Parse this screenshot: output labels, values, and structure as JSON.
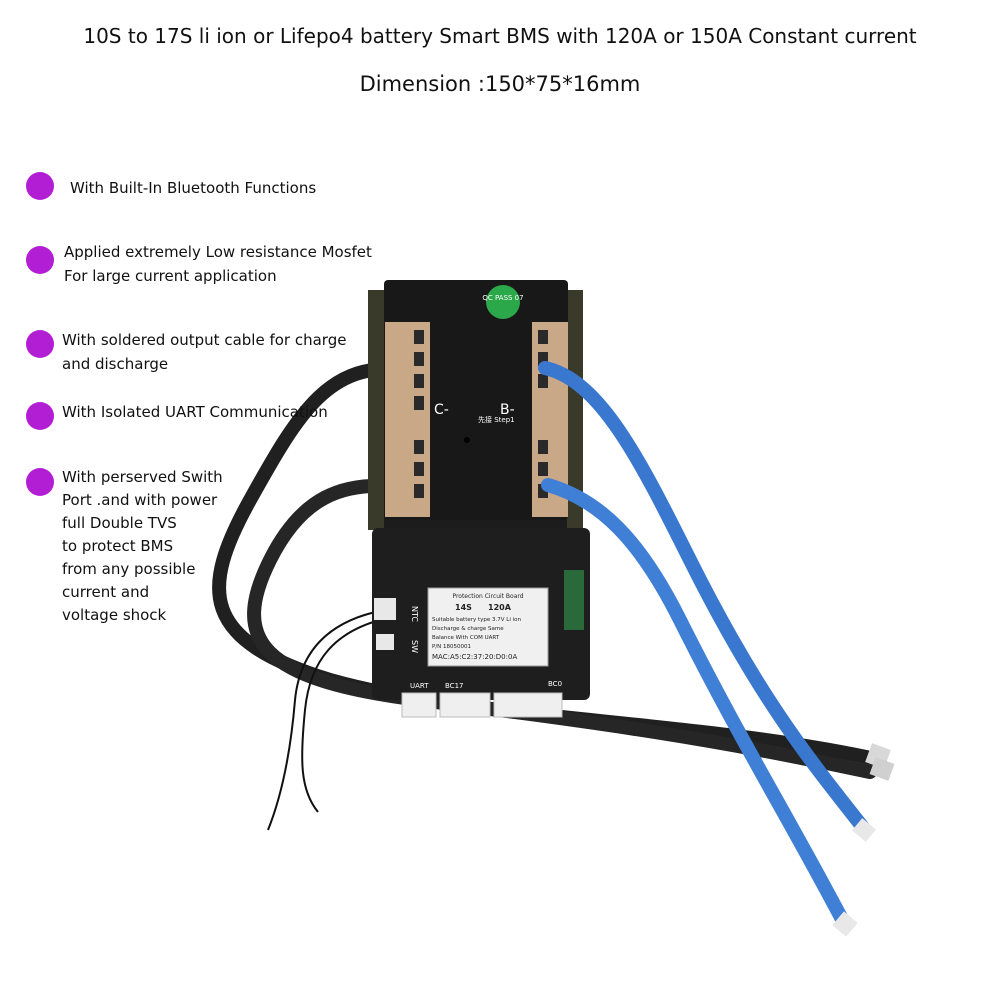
{
  "header": {
    "title": "10S to 17S li ion or Lifepo4 battery Smart BMS with 120A or 150A Constant current",
    "dimension": "Dimension :150*75*16mm"
  },
  "features": [
    {
      "text": "With Built-In Bluetooth Functions"
    },
    {
      "text": "Applied extremely Low resistance Mosfet\nFor large current application"
    },
    {
      "text": "With soldered output cable for charge\nand discharge"
    },
    {
      "text": "With Isolated UART Communication"
    },
    {
      "text": "With perserved Swith\nPort .and with power\nfull Double TVS\nto protect BMS\nfrom any possible\ncurrent and\nvoltage shock"
    }
  ],
  "colors": {
    "bullet": "#b21ed4",
    "pcb": "#1c1c1c",
    "copper": "#c9a888",
    "cable_black": "#202020",
    "cable_blue": "#3a78cf"
  },
  "board": {
    "qc_sticker": "QC PASS 07",
    "pad_c_label": "C-",
    "pad_b_label": "B-",
    "step_label": "先接 Step1",
    "port_ntc": "NTC",
    "port_sw": "SW",
    "port_uart": "UART",
    "port_bc17": "BC17",
    "port_bc0": "BC0",
    "label": {
      "title": "Protection Circuit Board",
      "series": "14S",
      "current": "120A",
      "battery_type": "Suitable battery type  3.7V Li ion",
      "discharge_charge": "Discharge & charge      Same",
      "balance": "Balance   With   COM  UART",
      "pn": "P/N       18050001",
      "mac": "MAC:A5:C2:37:20:D0:0A"
    }
  }
}
